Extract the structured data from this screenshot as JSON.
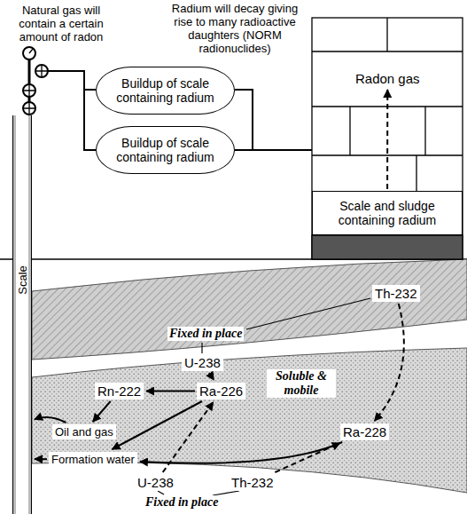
{
  "diagram": {
    "nodes": [
      {
        "text": [
          "Buildup of scale containing radium"
        ]
      },
      {
        "text": [
          "Buildup of scale containing radium"
        ]
      },
      {
        "text": [
          "Radon gas"
        ]
      },
      {
        "text": [
          "Scale and sludge containing radium"
        ]
      },
      {
        "text": [
          "Scale"
        ]
      },
      {
        "text": [
          "U-238"
        ]
      },
      {
        "text": [
          "Th-232"
        ]
      },
      {
        "text": [
          "Rn-222"
        ]
      },
      {
        "text": [
          "Ra-226"
        ]
      },
      {
        "text": [
          "Oil and gas"
        ]
      },
      {
        "text": [
          "Ra-228"
        ]
      },
      {
        "text": [
          "Formation water"
        ]
      },
      {
        "text": [
          "U-238"
        ]
      },
      {
        "text": [
          "Th-232"
        ]
      }
    ],
    "edges": [
      {
        "from": 3,
        "to": 2,
        "arrow": "to"
      },
      {
        "from": 5,
        "to": 8,
        "arrow": "to"
      },
      {
        "from": 6,
        "to": 10,
        "arrow": "to"
      },
      {
        "from": 12,
        "to": 8,
        "arrow": "to"
      },
      {
        "from": 13,
        "to": 10,
        "arrow": "to"
      },
      {
        "from": 8,
        "to": 7,
        "arrow": "to"
      },
      {
        "from": 7,
        "to": 9,
        "arrow": "to"
      },
      {
        "from": 8,
        "to": 11,
        "arrow": "to"
      },
      {
        "from": 10,
        "to": 11,
        "arrow": "to"
      },
      {
        "from": 9,
        "to": 4,
        "arrow": "to"
      },
      {
        "from": 11,
        "to": 4,
        "arrow": "to"
      }
    ],
    "labels": [
      "Natural gas will contain a certain amount of radon",
      "Radium will decay giving rise to many radioactive daughters (NORM radionuclides)",
      "Fixed in place",
      "Soluble & mobile",
      "Fixed in place"
    ]
  }
}
